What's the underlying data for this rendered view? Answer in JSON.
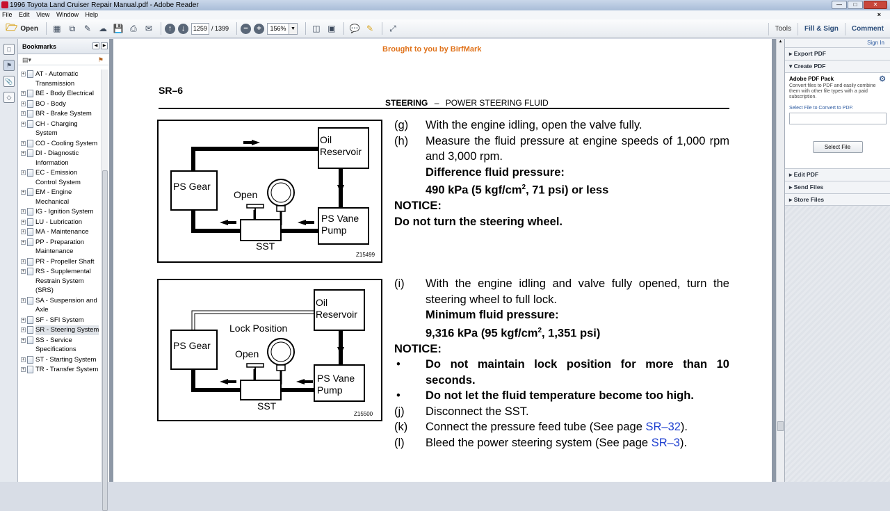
{
  "window": {
    "title": "1996 Toyota Land Cruiser Repair Manual.pdf - Adobe Reader"
  },
  "menu": [
    "File",
    "Edit",
    "View",
    "Window",
    "Help"
  ],
  "toolbar": {
    "open_label": "Open",
    "page_current": "1259",
    "page_total": "/ 1399",
    "zoom": "156%",
    "tools_label": "Tools",
    "fill_sign_label": "Fill & Sign",
    "comment_label": "Comment"
  },
  "bookmarks": {
    "title": "Bookmarks",
    "items": [
      {
        "label": "AT - Automatic Transmission"
      },
      {
        "label": "BE - Body Electrical"
      },
      {
        "label": "BO - Body"
      },
      {
        "label": "BR - Brake System"
      },
      {
        "label": "CH - Charging System"
      },
      {
        "label": "CO - Cooling System"
      },
      {
        "label": "DI - Diagnostic Information"
      },
      {
        "label": "EC - Emission Control System"
      },
      {
        "label": "EM - Engine Mechanical"
      },
      {
        "label": "IG - Ignition System"
      },
      {
        "label": "LU - Lubrication"
      },
      {
        "label": "MA - Maintenance"
      },
      {
        "label": "PP - Preparation Maintenance"
      },
      {
        "label": "PR - Propeller Shaft"
      },
      {
        "label": "RS - Supplemental Restrain System (SRS)"
      },
      {
        "label": "SA - Suspension and Axle"
      },
      {
        "label": "SF - SFI System"
      },
      {
        "label": "SR - Steering System"
      },
      {
        "label": "SS - Service Specifications"
      },
      {
        "label": "ST - Starting System"
      },
      {
        "label": "TR - Transfer System"
      }
    ],
    "selected_index": 17
  },
  "right_panel": {
    "sign_in": "Sign In",
    "export_pdf": "Export PDF",
    "create_pdf": "Create PDF",
    "pack_title": "Adobe PDF Pack",
    "pack_desc": "Convert files to PDF and easily combine them with other file types with a paid subscription.",
    "select_file_prompt": "Select File to Convert to PDF:",
    "select_file_button": "Select File",
    "edit_pdf": "Edit PDF",
    "send_files": "Send Files",
    "store_files": "Store Files"
  },
  "document": {
    "watermark": "Brought to you by BirfMark",
    "page_code": "SR–6",
    "section": "STEERING",
    "section_dash": "–",
    "subsection": "POWER STEERING FLUID",
    "figure1": {
      "code": "Z15499",
      "oil_reservoir_1": "Oil",
      "oil_reservoir_2": "Reservoir",
      "ps_gear": "PS Gear",
      "open": "Open",
      "ps_vane_1": "PS Vane",
      "ps_vane_2": "Pump",
      "sst": "SST"
    },
    "figure2": {
      "code": "Z15500",
      "oil_reservoir_1": "Oil",
      "oil_reservoir_2": "Reservoir",
      "lock_position": "Lock Position",
      "ps_gear": "PS Gear",
      "open": "Open",
      "ps_vane_1": "PS Vane",
      "ps_vane_2": "Pump",
      "sst": "SST"
    },
    "steps1": {
      "g_label": "(g)",
      "g_text": "With the engine idling, open the valve fully.",
      "h_label": "(h)",
      "h_text": "Measure the fluid pressure at engine speeds of 1,000 rpm and 3,000 rpm.",
      "spec_title": "Difference fluid pressure:",
      "spec_value_a": "490 kPa (5 kgf/cm",
      "spec_value_sup": "2",
      "spec_value_b": ", 71 psi) or less",
      "notice_label": "NOTICE:",
      "notice_text": "Do not turn the steering wheel."
    },
    "steps2": {
      "i_label": "(i)",
      "i_text": "With the engine idling and valve fully opened, turn the steering wheel to full lock.",
      "spec_title": "Minimum fluid pressure:",
      "spec_value_a": "9,316 kPa (95 kgf/cm",
      "spec_value_sup": "2",
      "spec_value_b": ", 1,351 psi)",
      "notice_label": "NOTICE:",
      "bullet1": "Do not maintain lock position for more than 10 seconds.",
      "bullet2": "Do not let the fluid temperature become too high.",
      "j_label": "(j)",
      "j_text": "Disconnect the SST.",
      "k_label": "(k)",
      "k_text_a": "Connect the pressure feed tube (See page ",
      "k_link": "SR–32",
      "k_text_b": ").",
      "l_label": "(l)",
      "l_text_a": "Bleed the power steering system (See page ",
      "l_link": "SR–3",
      "l_text_b": ")."
    }
  }
}
